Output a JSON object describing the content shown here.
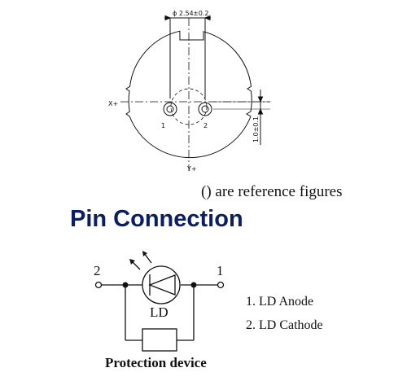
{
  "drawing": {
    "pitch_label": "ϕ 2.54",
    "pitch_tolerance": "±0.2",
    "x_axis_label": "X+",
    "y_axis_label": "Y+",
    "pin1_label": "1",
    "pin2_label": "2",
    "offset_label": "1.0±0.1",
    "reference_note": "() are reference figures"
  },
  "pin_connection": {
    "heading": "Pin Connection",
    "terminal_left_label": "2",
    "terminal_right_label": "1",
    "diode_label": "LD",
    "legend": [
      "1. LD Anode",
      "2. LD Cathode"
    ],
    "protection_label": "Protection device"
  }
}
